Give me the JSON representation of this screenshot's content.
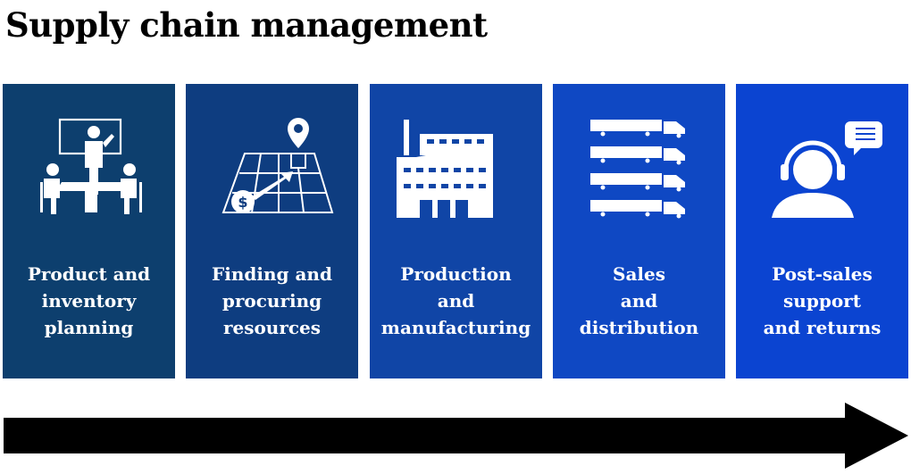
{
  "title": "Supply chain management",
  "colors": {
    "panel_1": "#0d3f6e",
    "panel_2": "#0e3d80",
    "panel_3": "#1045a6",
    "panel_4": "#0f48c3",
    "panel_5": "#0b44d1",
    "arrow": "#000000"
  },
  "stages": [
    {
      "label": "Product and\ninventory\nplanning",
      "icon": "meeting-planning-icon"
    },
    {
      "label": "Finding and\nprocuring\nresources",
      "icon": "map-sourcing-icon"
    },
    {
      "label": "Production\nand\nmanufacturing",
      "icon": "factory-icon"
    },
    {
      "label": "Sales\nand\ndistribution",
      "icon": "trucks-icon"
    },
    {
      "label": "Post-sales\nsupport\nand returns",
      "icon": "support-headset-icon"
    }
  ]
}
